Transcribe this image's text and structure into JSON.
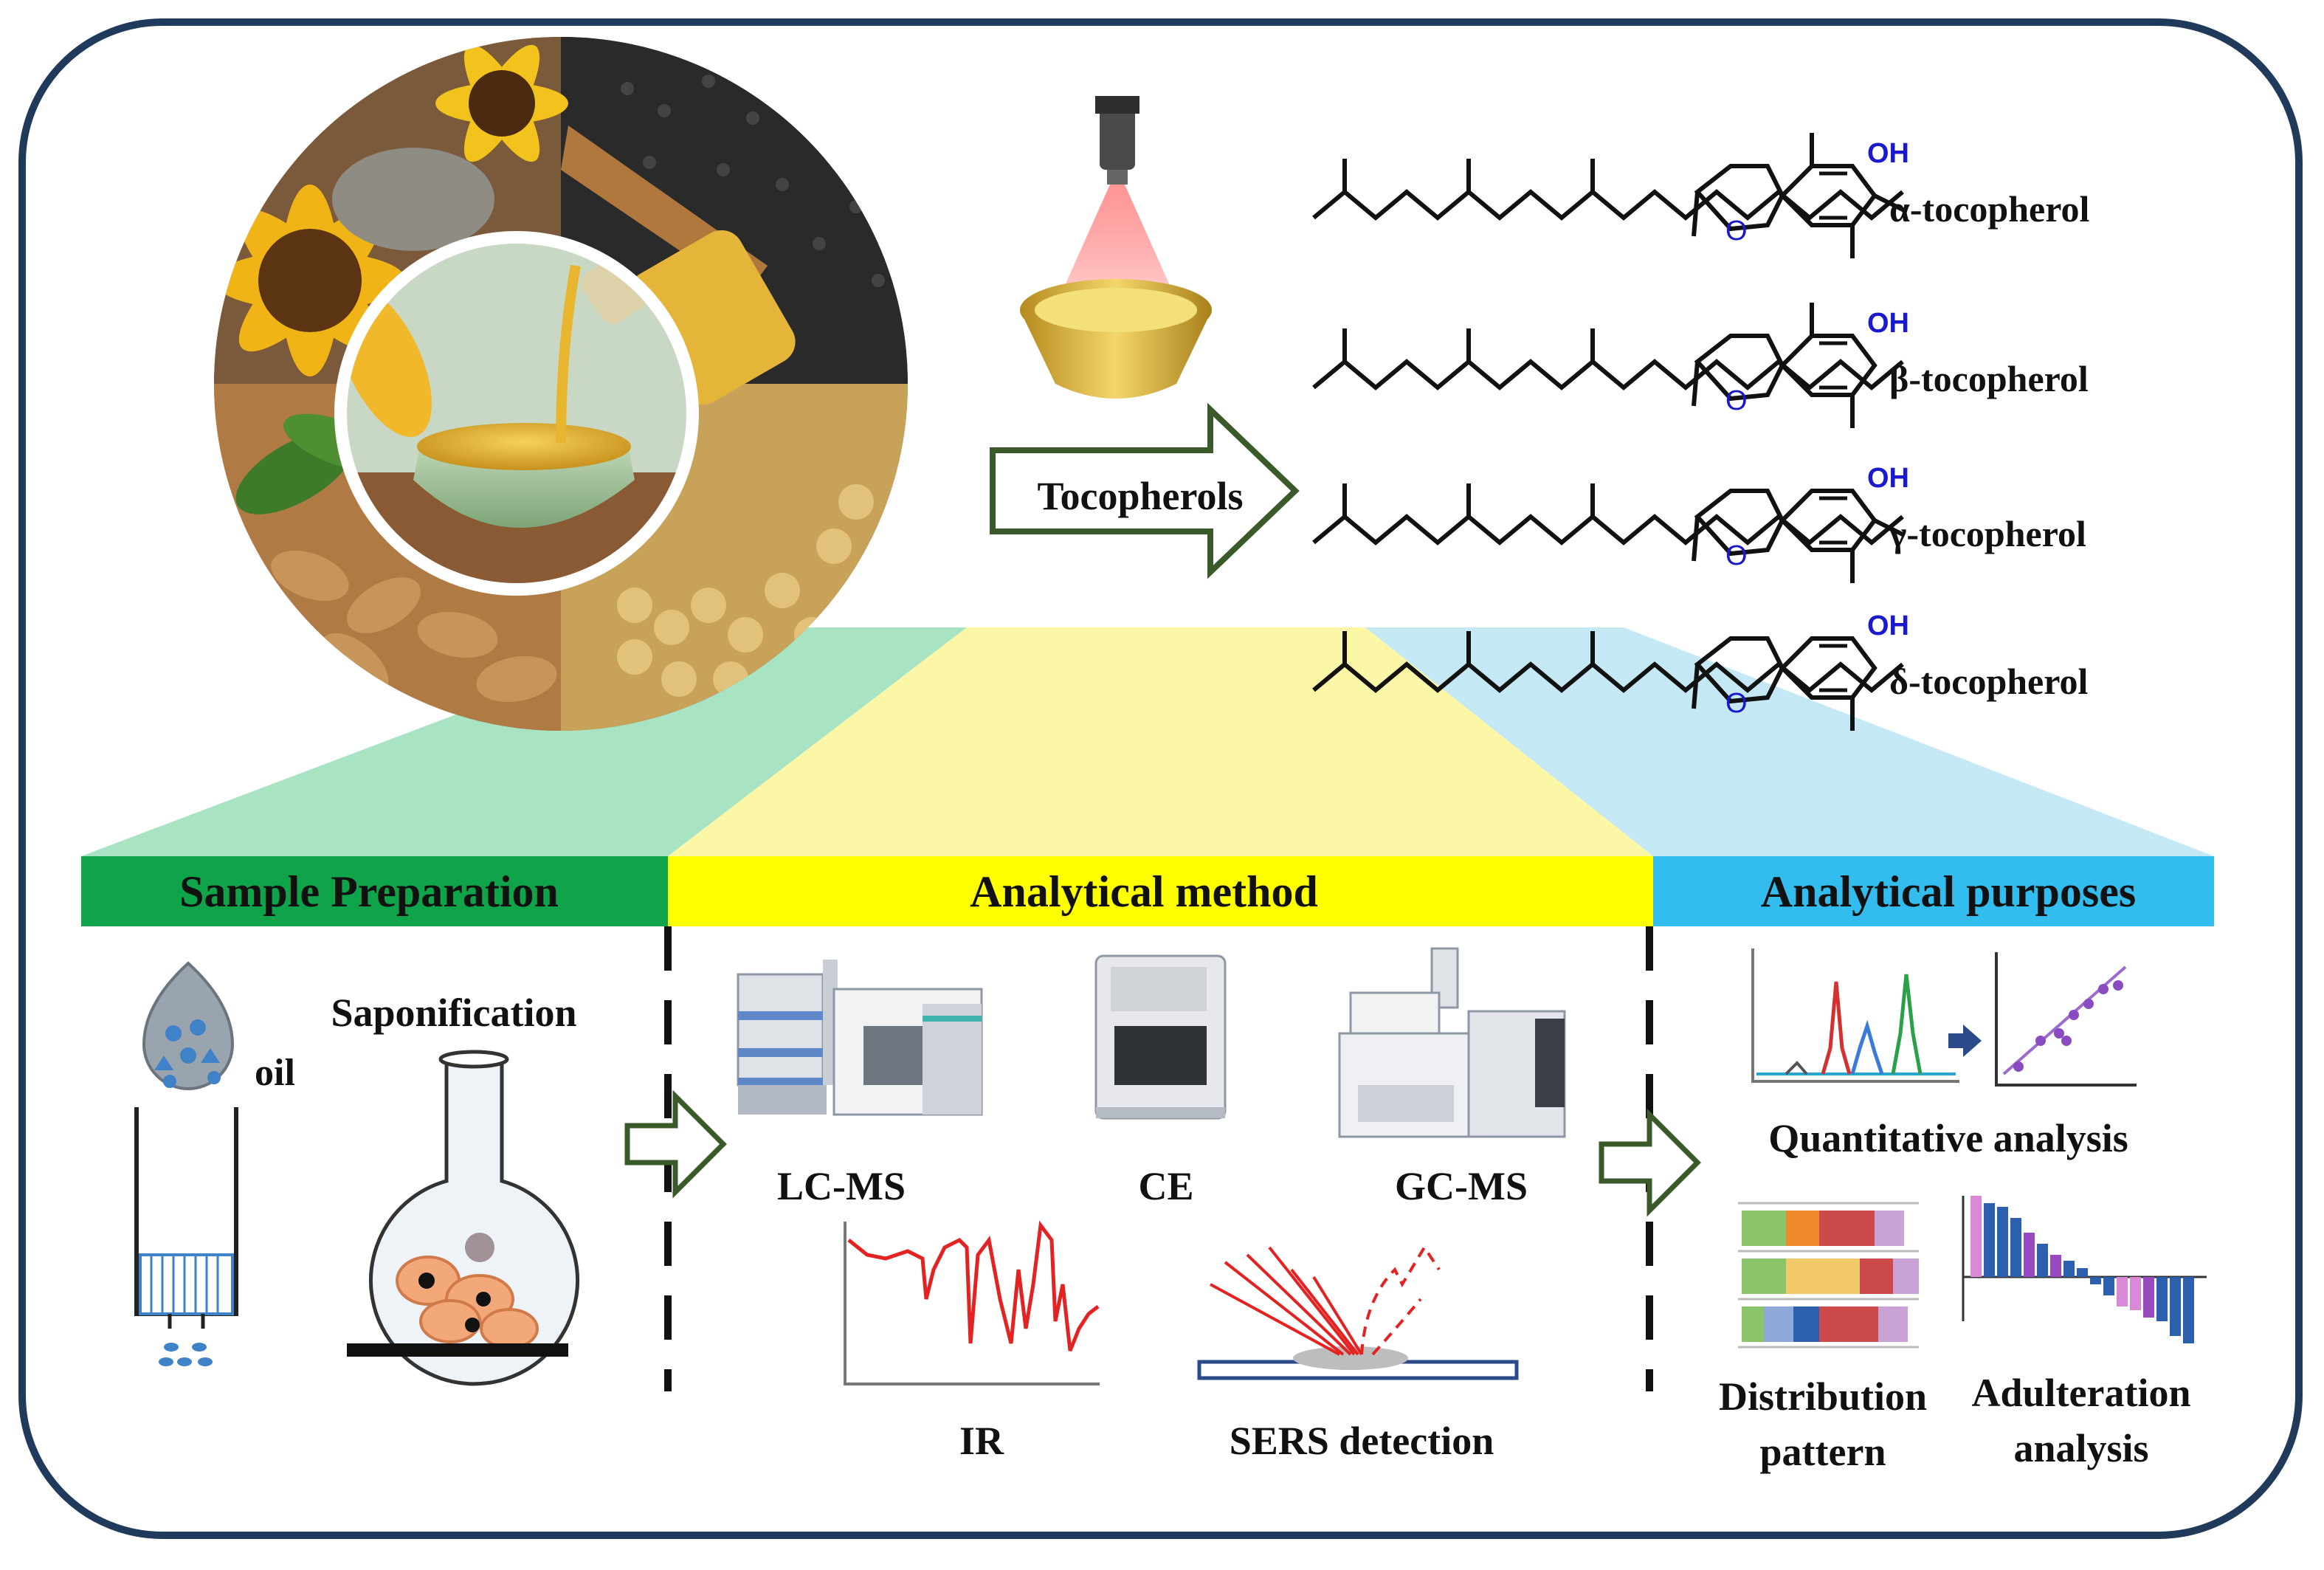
{
  "arrow_main": {
    "label": "Tocopherols"
  },
  "molecules": [
    {
      "name": "α-tocopherol",
      "oh": "OH",
      "o": "O"
    },
    {
      "name": "β-tocopherol",
      "oh": "OH",
      "o": "O"
    },
    {
      "name": "γ-tocopherol",
      "oh": "OH",
      "o": "O"
    },
    {
      "name": "δ-tocopherol",
      "oh": "OH",
      "o": "O"
    }
  ],
  "bars": {
    "sample": "Sample Preparation",
    "method": "Analytical method",
    "purposes": "Analytical purposes"
  },
  "sample": {
    "oil": "oil",
    "saponification": "Saponification"
  },
  "methods": {
    "lcms": "LC-MS",
    "ce": "CE",
    "gcms": "GC-MS",
    "ir": "IR",
    "sers": "SERS detection"
  },
  "purposes": {
    "quantitative": "Quantitative analysis",
    "distribution_1": "Distribution",
    "distribution_2": "pattern",
    "adulteration_1": "Adulteration",
    "adulteration_2": "analysis"
  },
  "colors": {
    "frame": "#1f3a5a",
    "green_bar": "#0fa34a",
    "yellow_bar": "#ffff00",
    "blue_bar": "#33bdee",
    "arrow": "#3a5a2a",
    "hydroxyl": "#1a1acc"
  }
}
